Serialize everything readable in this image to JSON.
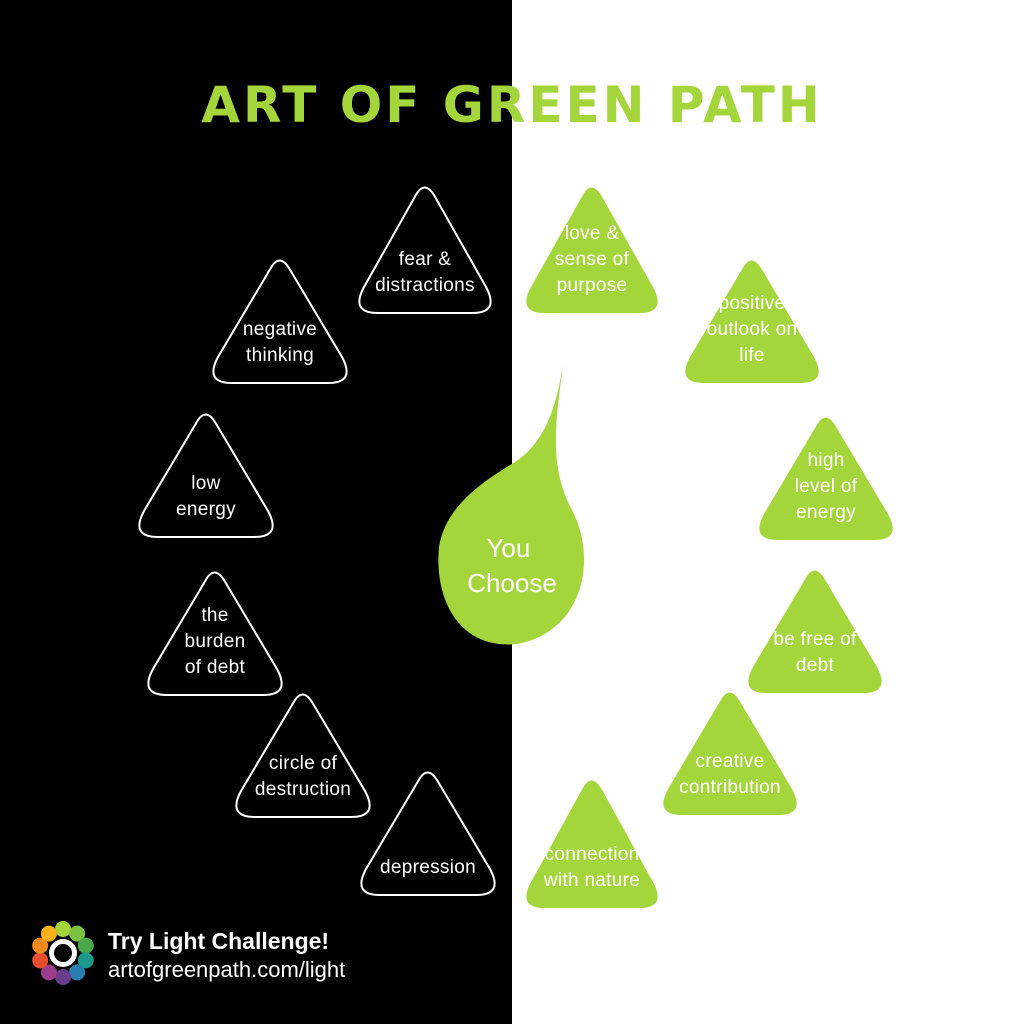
{
  "title": "ART OF GREEN PATH",
  "colors": {
    "green": "#a4d63b",
    "black": "#000000",
    "white": "#ffffff"
  },
  "center": {
    "lines": [
      "You",
      "Choose"
    ]
  },
  "negative": [
    {
      "lines": [
        "fear &",
        "distractions"
      ]
    },
    {
      "lines": [
        "negative",
        "thinking"
      ]
    },
    {
      "lines": [
        "low",
        "energy"
      ]
    },
    {
      "lines": [
        "the",
        "burden",
        "of debt"
      ]
    },
    {
      "lines": [
        "circle of",
        "destruction"
      ]
    },
    {
      "lines": [
        "depression"
      ]
    }
  ],
  "positive": [
    {
      "lines": [
        "love &",
        "sense of",
        "purpose"
      ]
    },
    {
      "lines": [
        "positive",
        "outlook on",
        "life"
      ]
    },
    {
      "lines": [
        "high",
        "level of",
        "energy"
      ]
    },
    {
      "lines": [
        "be free of",
        "debt"
      ]
    },
    {
      "lines": [
        "creative",
        "contribution"
      ]
    },
    {
      "lines": [
        "connection",
        "with nature"
      ]
    }
  ],
  "footer": {
    "cta": "Try Light Challenge!",
    "url": "artofgreenpath.com/light"
  }
}
